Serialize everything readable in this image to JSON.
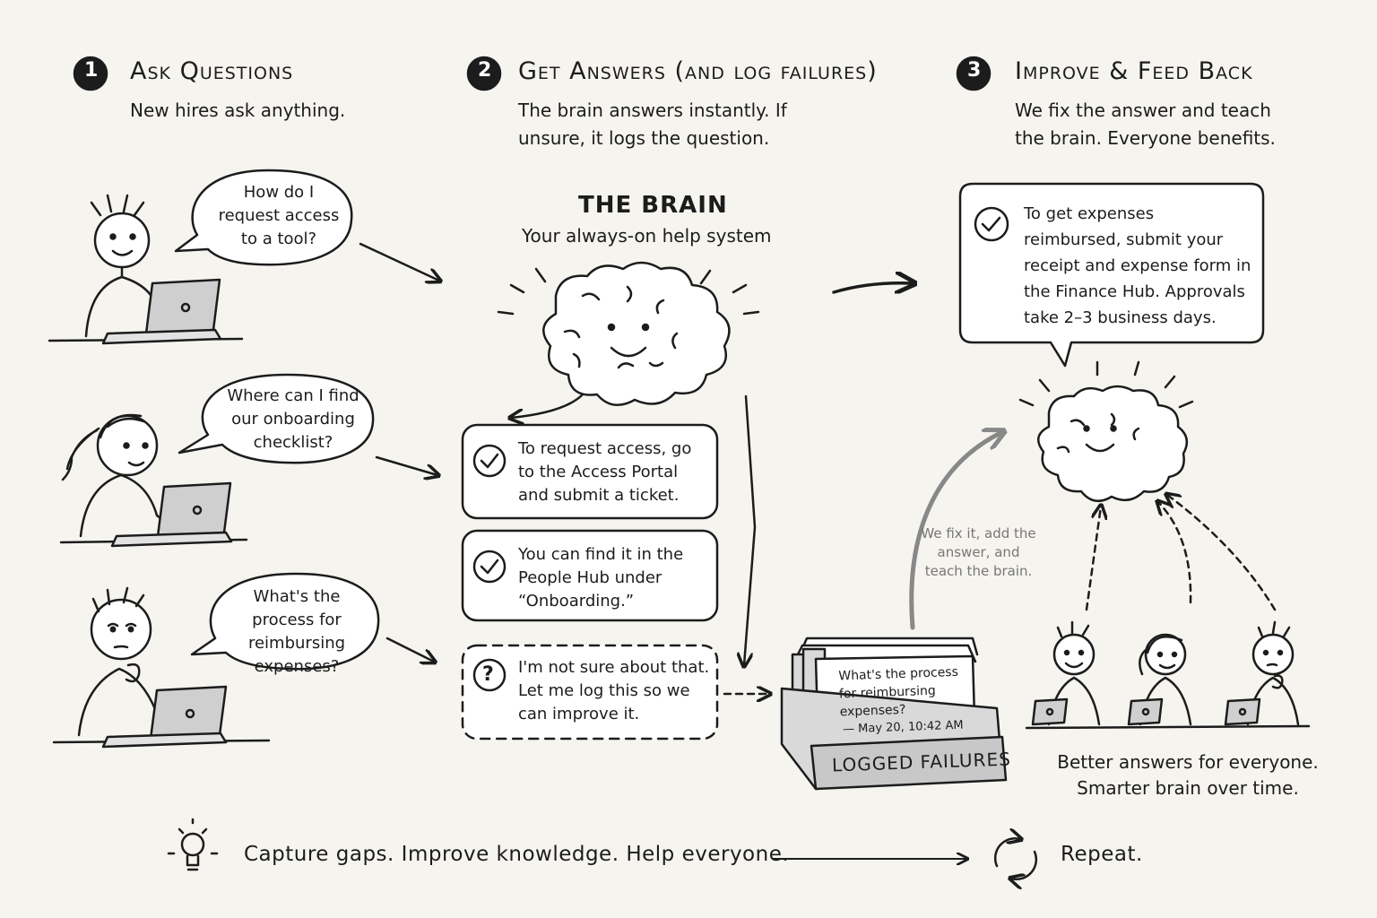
{
  "steps": [
    {
      "number": "1",
      "title": "Ask Questions",
      "subtitle": "New hires ask anything."
    },
    {
      "number": "2",
      "title": "Get Answers (and log failures)",
      "subtitle": "The brain answers instantly. If unsure, it logs the question."
    },
    {
      "number": "3",
      "title": "Improve & Feed Back",
      "subtitle": "We fix the answer and teach the brain. Everyone benefits."
    }
  ],
  "questions": [
    "How do I request access to a tool?",
    "Where can I find our onboarding checklist?",
    "What's the process for reimbursing expenses?"
  ],
  "brain": {
    "title": "THE BRAIN",
    "subtitle": "Your always-on help system"
  },
  "answers": [
    "To request access, go to the Access Portal and submit a ticket.",
    "You can find it in the People Hub under “Onboarding.”",
    "I'm not sure about that. Let me log this so we can improve it."
  ],
  "log_box": {
    "label": "LOGGED FAILURES",
    "card_text": "What's the process for reimbursing expenses?",
    "card_meta": "— May 20, 10:42 AM"
  },
  "fix_note": "We fix it, add the answer, and teach the brain.",
  "improved_answer": "To get expenses reimbursed, submit your receipt and expense form in the Finance Hub. Approvals take 2–3 business days.",
  "outcome": "Better answers for everyone. Smarter brain over time.",
  "footer": {
    "tagline": "Capture gaps. Improve knowledge. Help everyone.",
    "repeat": "Repeat."
  },
  "icons": {
    "answered": "check-circle-icon",
    "unsure": "question-circle-icon",
    "idea": "lightbulb-icon",
    "cycle": "refresh-cycle-icon"
  }
}
